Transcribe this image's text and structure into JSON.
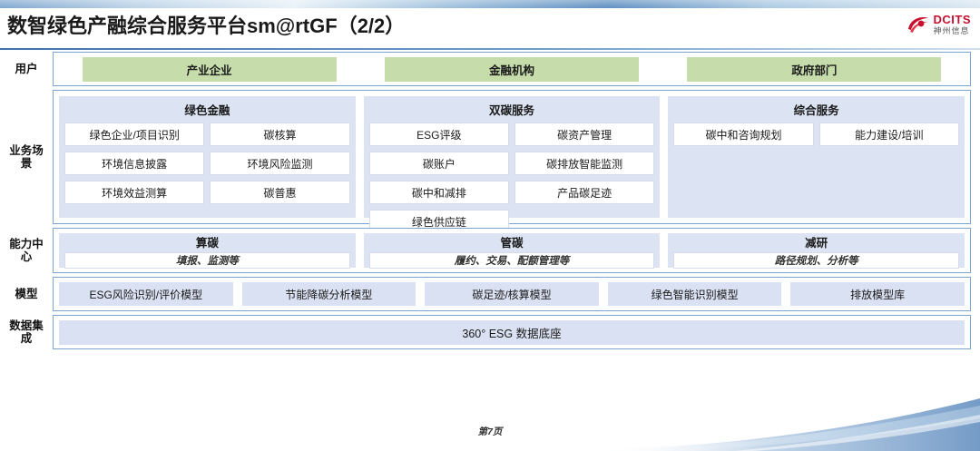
{
  "header": {
    "title": "数智绿色产融综合服务平台sm@rtGF（2/2）",
    "logo_en": "DCITS",
    "logo_cn": "神州信息"
  },
  "colors": {
    "user_chip": "#C6DDAB",
    "panel_bg": "#DCE3F2",
    "model_chip": "#D9E1F2",
    "border_blue": "#7BA3D0",
    "brand_red": "#C8102E"
  },
  "rows": {
    "user": {
      "label": "用户",
      "items": [
        "产业企业",
        "金融机构",
        "政府部门"
      ]
    },
    "scenario": {
      "label": "业务场景",
      "panels": [
        {
          "title": "绿色金融",
          "items": [
            "绿色企业/项目识别",
            "碳核算",
            "环境信息披露",
            "环境风险监测",
            "环境效益测算",
            "碳普惠"
          ]
        },
        {
          "title": "双碳服务",
          "items": [
            "ESG评级",
            "碳资产管理",
            "碳账户",
            "碳排放智能监测",
            "碳中和减排",
            "产品碳足迹",
            "绿色供应链"
          ]
        },
        {
          "title": "综合服务",
          "items": [
            "碳中和咨询规划",
            "能力建设/培训"
          ]
        }
      ]
    },
    "capability": {
      "label": "能力中心",
      "panels": [
        {
          "title": "算碳",
          "sub": "填报、监测等"
        },
        {
          "title": "管碳",
          "sub": "履约、交易、配额管理等"
        },
        {
          "title": "减研",
          "sub": "路径规划、分析等"
        }
      ]
    },
    "model": {
      "label": "模型",
      "items": [
        "ESG风险识别/评价模型",
        "节能降碳分析模型",
        "碳足迹/核算模型",
        "绿色智能识别模型",
        "排放模型库"
      ]
    },
    "data": {
      "label": "数据集成",
      "bar": "360° ESG 数据底座"
    }
  },
  "footer": {
    "page": "第7页"
  }
}
